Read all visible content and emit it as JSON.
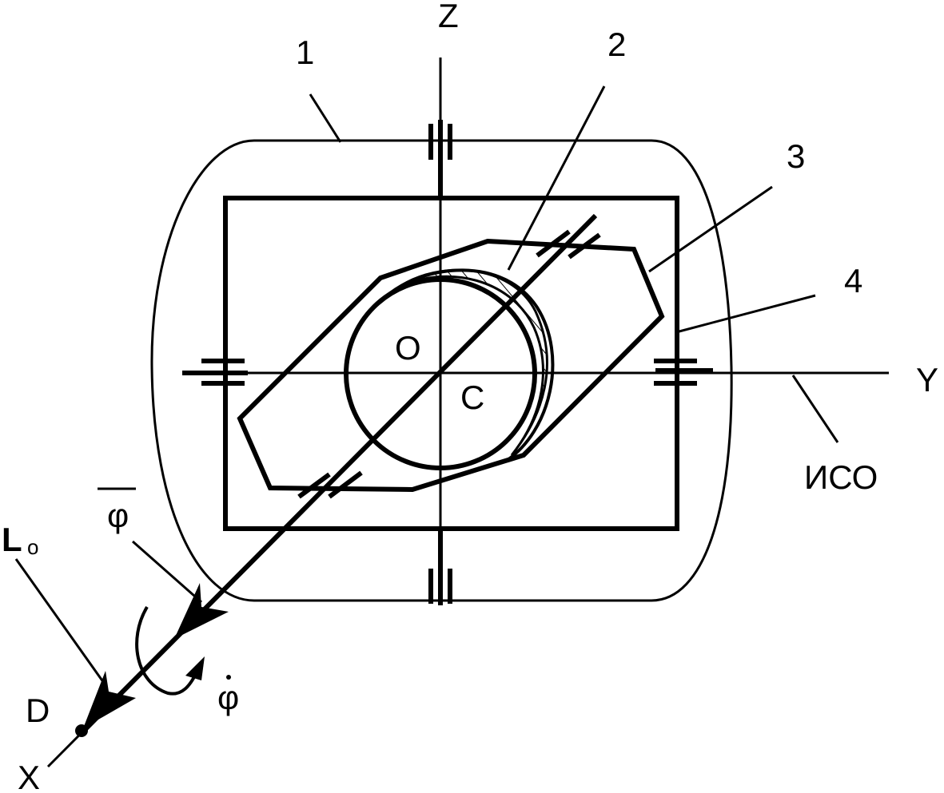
{
  "labels": {
    "axis_z": "Z",
    "axis_y": "Y",
    "axis_x": "X",
    "part_1": "1",
    "part_2": "2",
    "part_3": "3",
    "part_4": "4",
    "point_o": "O",
    "point_c": "C",
    "point_d": "D",
    "frame": "ИСО",
    "moment": "L",
    "moment_sub": "o",
    "phi_bar": "φ",
    "phi_dot": "φ"
  },
  "colors": {
    "stroke": "#000000",
    "background": "#ffffff"
  }
}
